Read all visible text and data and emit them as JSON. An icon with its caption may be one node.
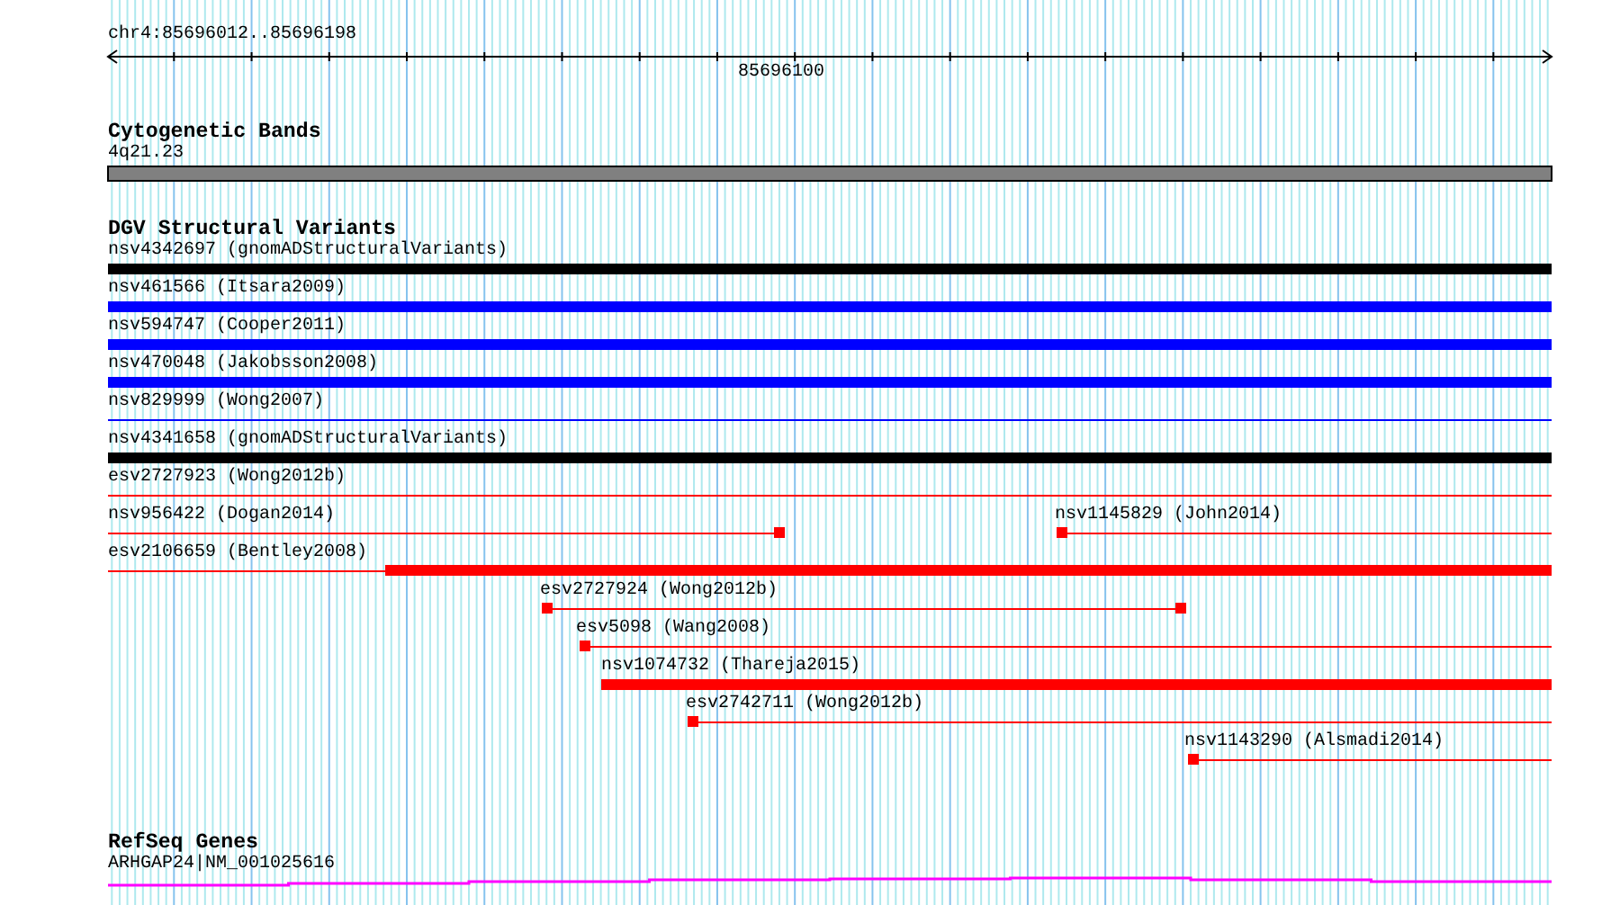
{
  "diagram": {
    "nodes": [
      {
        "text": [
          "4q21.23"
        ]
      },
      {
        "text": [
          "nsv4342697 (gnomADStructuralVariants)"
        ]
      },
      {
        "text": [
          "nsv461566 (Itsara2009)"
        ]
      },
      {
        "text": [
          "nsv594747 (Cooper2011)"
        ]
      },
      {
        "text": [
          "nsv470048 (Jakobsson2008)"
        ]
      },
      {
        "text": [
          "nsv829999 (Wong2007)"
        ]
      },
      {
        "text": [
          "nsv4341658 (gnomADStructuralVariants)"
        ]
      },
      {
        "text": [
          "esv2727923 (Wong2012b)"
        ]
      },
      {
        "text": [
          "nsv956422 (Dogan2014)"
        ]
      },
      {
        "text": [
          "nsv1145829 (John2014)"
        ]
      },
      {
        "text": [
          "esv2106659 (Bentley2008)"
        ]
      },
      {
        "text": [
          "esv2727924 (Wong2012b)"
        ]
      },
      {
        "text": [
          "esv5098 (Wang2008)"
        ]
      },
      {
        "text": [
          "nsv1074732 (Thareja2015)"
        ]
      },
      {
        "text": [
          "esv2742711 (Wong2012b)"
        ]
      },
      {
        "text": [
          "nsv1143290 (Alsmadi2014)"
        ]
      },
      {
        "text": [
          "ARHGAP24|NM_001025616"
        ]
      }
    ],
    "labels": [
      "chr4:85696012..85696198",
      "85696100",
      "Cytogenetic Bands",
      "DGV Structural Variants",
      "RefSeq Genes"
    ]
  }
}
